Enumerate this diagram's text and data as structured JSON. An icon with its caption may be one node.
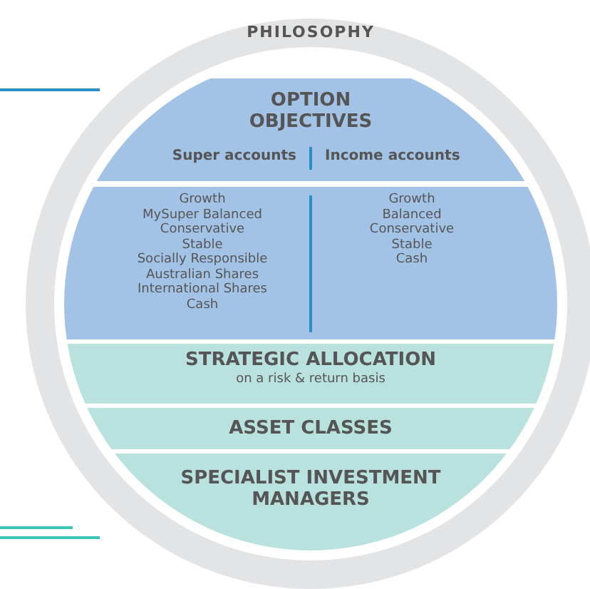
{
  "diagram": {
    "nodes": [
      {
        "text": [
          "PHILOSOPHY"
        ]
      },
      {
        "text": [
          "OPTION OBJECTIVES",
          "Super accounts",
          "Income accounts"
        ],
        "in": 0
      },
      {
        "text": [
          "Growth",
          "MySuper Balanced",
          "Conservative",
          "Stable",
          "Socially Responsible",
          "Australian Shares",
          "International Shares",
          "Cash",
          "Growth",
          "Balanced",
          "Conservative",
          "Stable",
          "Cash"
        ],
        "in": 0
      },
      {
        "text": [
          "STRATEGIC ALLOCATION",
          "on a risk & return basis"
        ],
        "in": 0
      },
      {
        "text": [
          "ASSET CLASSES"
        ],
        "in": 0
      },
      {
        "text": [
          "SPECIALIST INVESTMENT MANAGERS"
        ],
        "in": 0
      }
    ]
  }
}
